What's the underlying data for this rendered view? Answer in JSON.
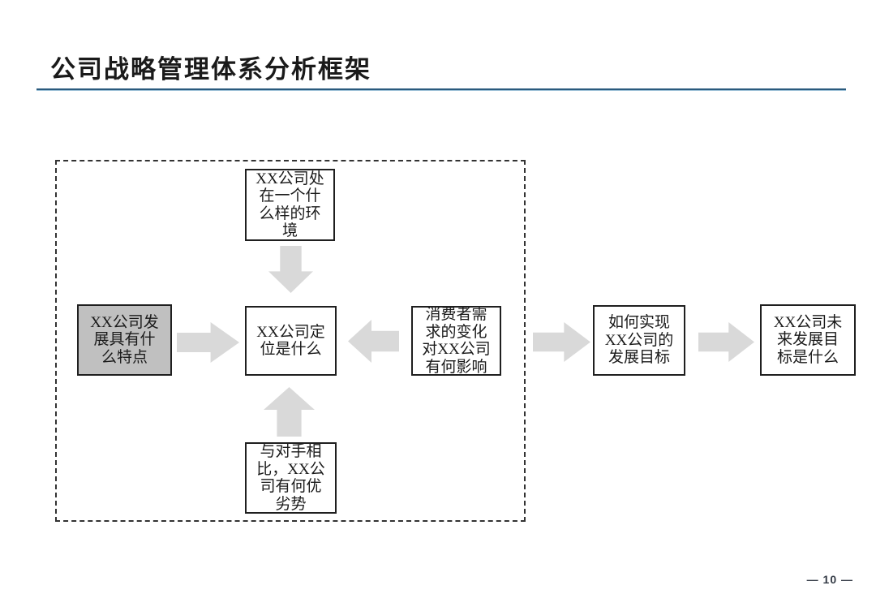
{
  "slide": {
    "title": "公司战略管理体系分析框架",
    "page_number": "— 10 —"
  },
  "diagram": {
    "boxes": {
      "environment": {
        "label": "XX公司处\n在一个什\n么样的环\n境"
      },
      "features": {
        "label": "XX公司发\n展具有什\n么特点",
        "highlighted": true
      },
      "positioning": {
        "label": "XX公司定\n位是什么"
      },
      "consumer": {
        "label": "消费者需\n求的变化\n对XX公司\n有何影响"
      },
      "competitors": {
        "label": "与对手相\n比，XX公\n司有何优\n劣势"
      },
      "goal": {
        "label": "如何实现\nXX公司的\n发展目标"
      },
      "future": {
        "label": "XX公司未\n来发展目\n标是什么"
      }
    },
    "arrows": [
      {
        "name": "environment-to-positioning",
        "direction": "down"
      },
      {
        "name": "features-to-positioning",
        "direction": "right"
      },
      {
        "name": "consumer-to-positioning",
        "direction": "left"
      },
      {
        "name": "competitors-to-positioning",
        "direction": "up"
      },
      {
        "name": "analysis-frame-to-goal",
        "direction": "right"
      },
      {
        "name": "goal-to-future",
        "direction": "right"
      }
    ],
    "colors": {
      "arrow_fill": "#d9d9d9",
      "highlight_box_fill": "#c0c0c0",
      "box_border": "#1f1f1f",
      "dashed_frame_border": "#333333",
      "title_rule_dark": "#2a5a7d",
      "title_rule_light": "#9cc0d6"
    }
  }
}
